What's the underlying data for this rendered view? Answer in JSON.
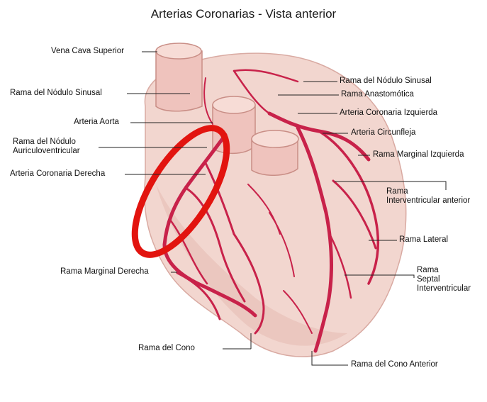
{
  "title": "Arterias Coronarias - Vista anterior",
  "colors": {
    "heart_fill": "#f2d6cf",
    "artery": "#c8224a",
    "vessel_fill": "#efc3bd",
    "highlight_ring": "#e2140f",
    "background": "#ffffff",
    "frame": "#fbf3ec"
  },
  "labels": {
    "vena_cava_superior": "Vena Cava Superior",
    "rama_nodulo_sinusal_left": "Rama del Nódulo Sinusal",
    "arteria_aorta": "Arteria Aorta",
    "rama_nodulo_av_line1": "Rama del Nódulo",
    "rama_nodulo_av_line2": "Auriculoventricular",
    "arteria_coronaria_derecha": "Arteria Coronaria Derecha",
    "rama_marginal_derecha": "Rama Marginal Derecha",
    "rama_del_cono": "Rama del Cono",
    "rama_nodulo_sinusal_right": "Rama del Nódulo Sinusal",
    "rama_anastomotica": "Rama Anastomótica",
    "arteria_coronaria_izquierda": "Arteria Coronaria Izquierda",
    "arteria_circunfleja": "Arteria Circunfleja",
    "rama_marginal_izquierda": "Rama Marginal Izquierda",
    "rama_interventricular_line1": "Rama",
    "rama_interventricular_line2": "Interventricular anterior",
    "rama_lateral": "Rama Lateral",
    "rama_septal_line1": "Rama",
    "rama_septal_line2": "Septal",
    "rama_septal_line3": "Interventricular",
    "rama_cono_anterior": "Rama del Cono Anterior"
  }
}
